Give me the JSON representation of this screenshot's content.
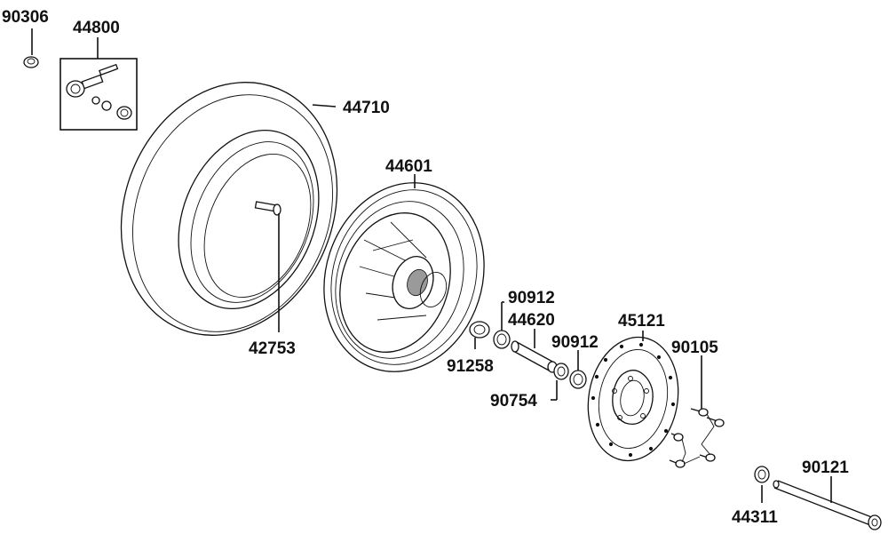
{
  "parts": {
    "p90306": "90306",
    "p44800": "44800",
    "p44710": "44710",
    "p44601": "44601",
    "p42753": "42753",
    "p90912a": "90912",
    "p44620": "44620",
    "p45121": "45121",
    "p90912b": "90912",
    "p90105": "90105",
    "p91258": "91258",
    "p90754": "90754",
    "p90121": "90121",
    "p44311": "44311"
  },
  "colors": {
    "line": "#111111",
    "background": "#ffffff",
    "shade": "#9a9a9a"
  }
}
